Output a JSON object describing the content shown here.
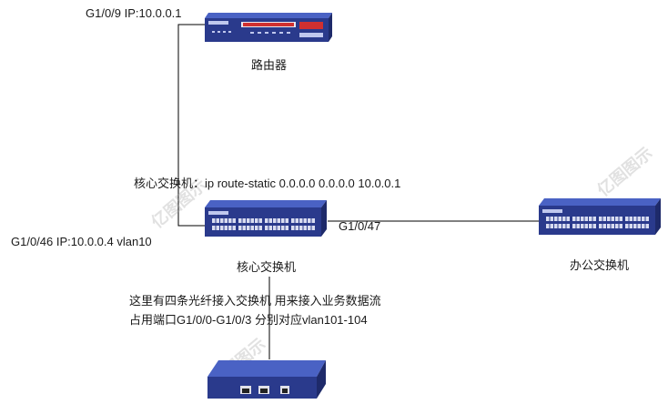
{
  "router": {
    "port_label": "G1/0/9 IP:10.0.0.1",
    "name": "路由器"
  },
  "core": {
    "route_cmd": "核心交换机：ip route-static 0.0.0.0 0.0.0.0 10.0.0.1",
    "port_label": "G1/0/46 IP:10.0.0.4 vlan10",
    "uplink_label": "G1/0/47",
    "name": "核心交换机"
  },
  "office": {
    "name": "办公交换机"
  },
  "notes": {
    "line1": "这里有四条光纤接入交换机 用来接入业务数据流",
    "line2": "占用端口G1/0/0-G1/0/3 分别对应vlan101-104"
  },
  "watermark": {
    "text": "亿图图示"
  },
  "colors": {
    "device": "#2a3a8c",
    "device_light": "#4a62c4",
    "line": "#000000"
  }
}
